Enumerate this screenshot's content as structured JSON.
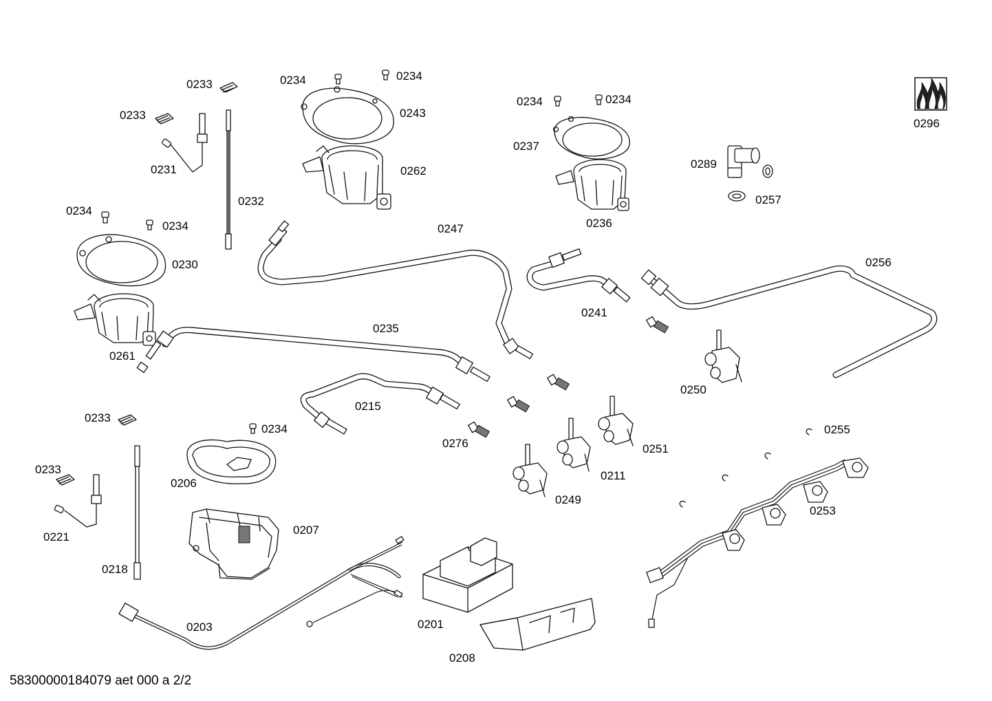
{
  "labels": {
    "p0234a": "0234",
    "p0234b": "0234",
    "p0234c": "0234",
    "p0234d": "0234",
    "p0234e": "0234",
    "p0234f": "0234",
    "p0234g": "0234",
    "p0233a": "0233",
    "p0233b": "0233",
    "p0233c": "0233",
    "p0233d": "0233",
    "p0243": "0243",
    "p0262": "0262",
    "p0237": "0237",
    "p0236": "0236",
    "p0296": "0296",
    "p0289": "0289",
    "p0257": "0257",
    "p0231": "0231",
    "p0232": "0232",
    "p0230": "0230",
    "p0261": "0261",
    "p0247": "0247",
    "p0241": "0241",
    "p0256": "0256",
    "p0235": "0235",
    "p0250": "0250",
    "p0215": "0215",
    "p0276": "0276",
    "p0251": "0251",
    "p0255": "0255",
    "p0206": "0206",
    "p0211": "0211",
    "p0249": "0249",
    "p0253": "0253",
    "p0207": "0207",
    "p0221": "0221",
    "p0218": "0218",
    "p0203": "0203",
    "p0201": "0201",
    "p0208": "0208"
  },
  "footer": {
    "document_id": "58300000184079 aet 000 a 2/2"
  }
}
